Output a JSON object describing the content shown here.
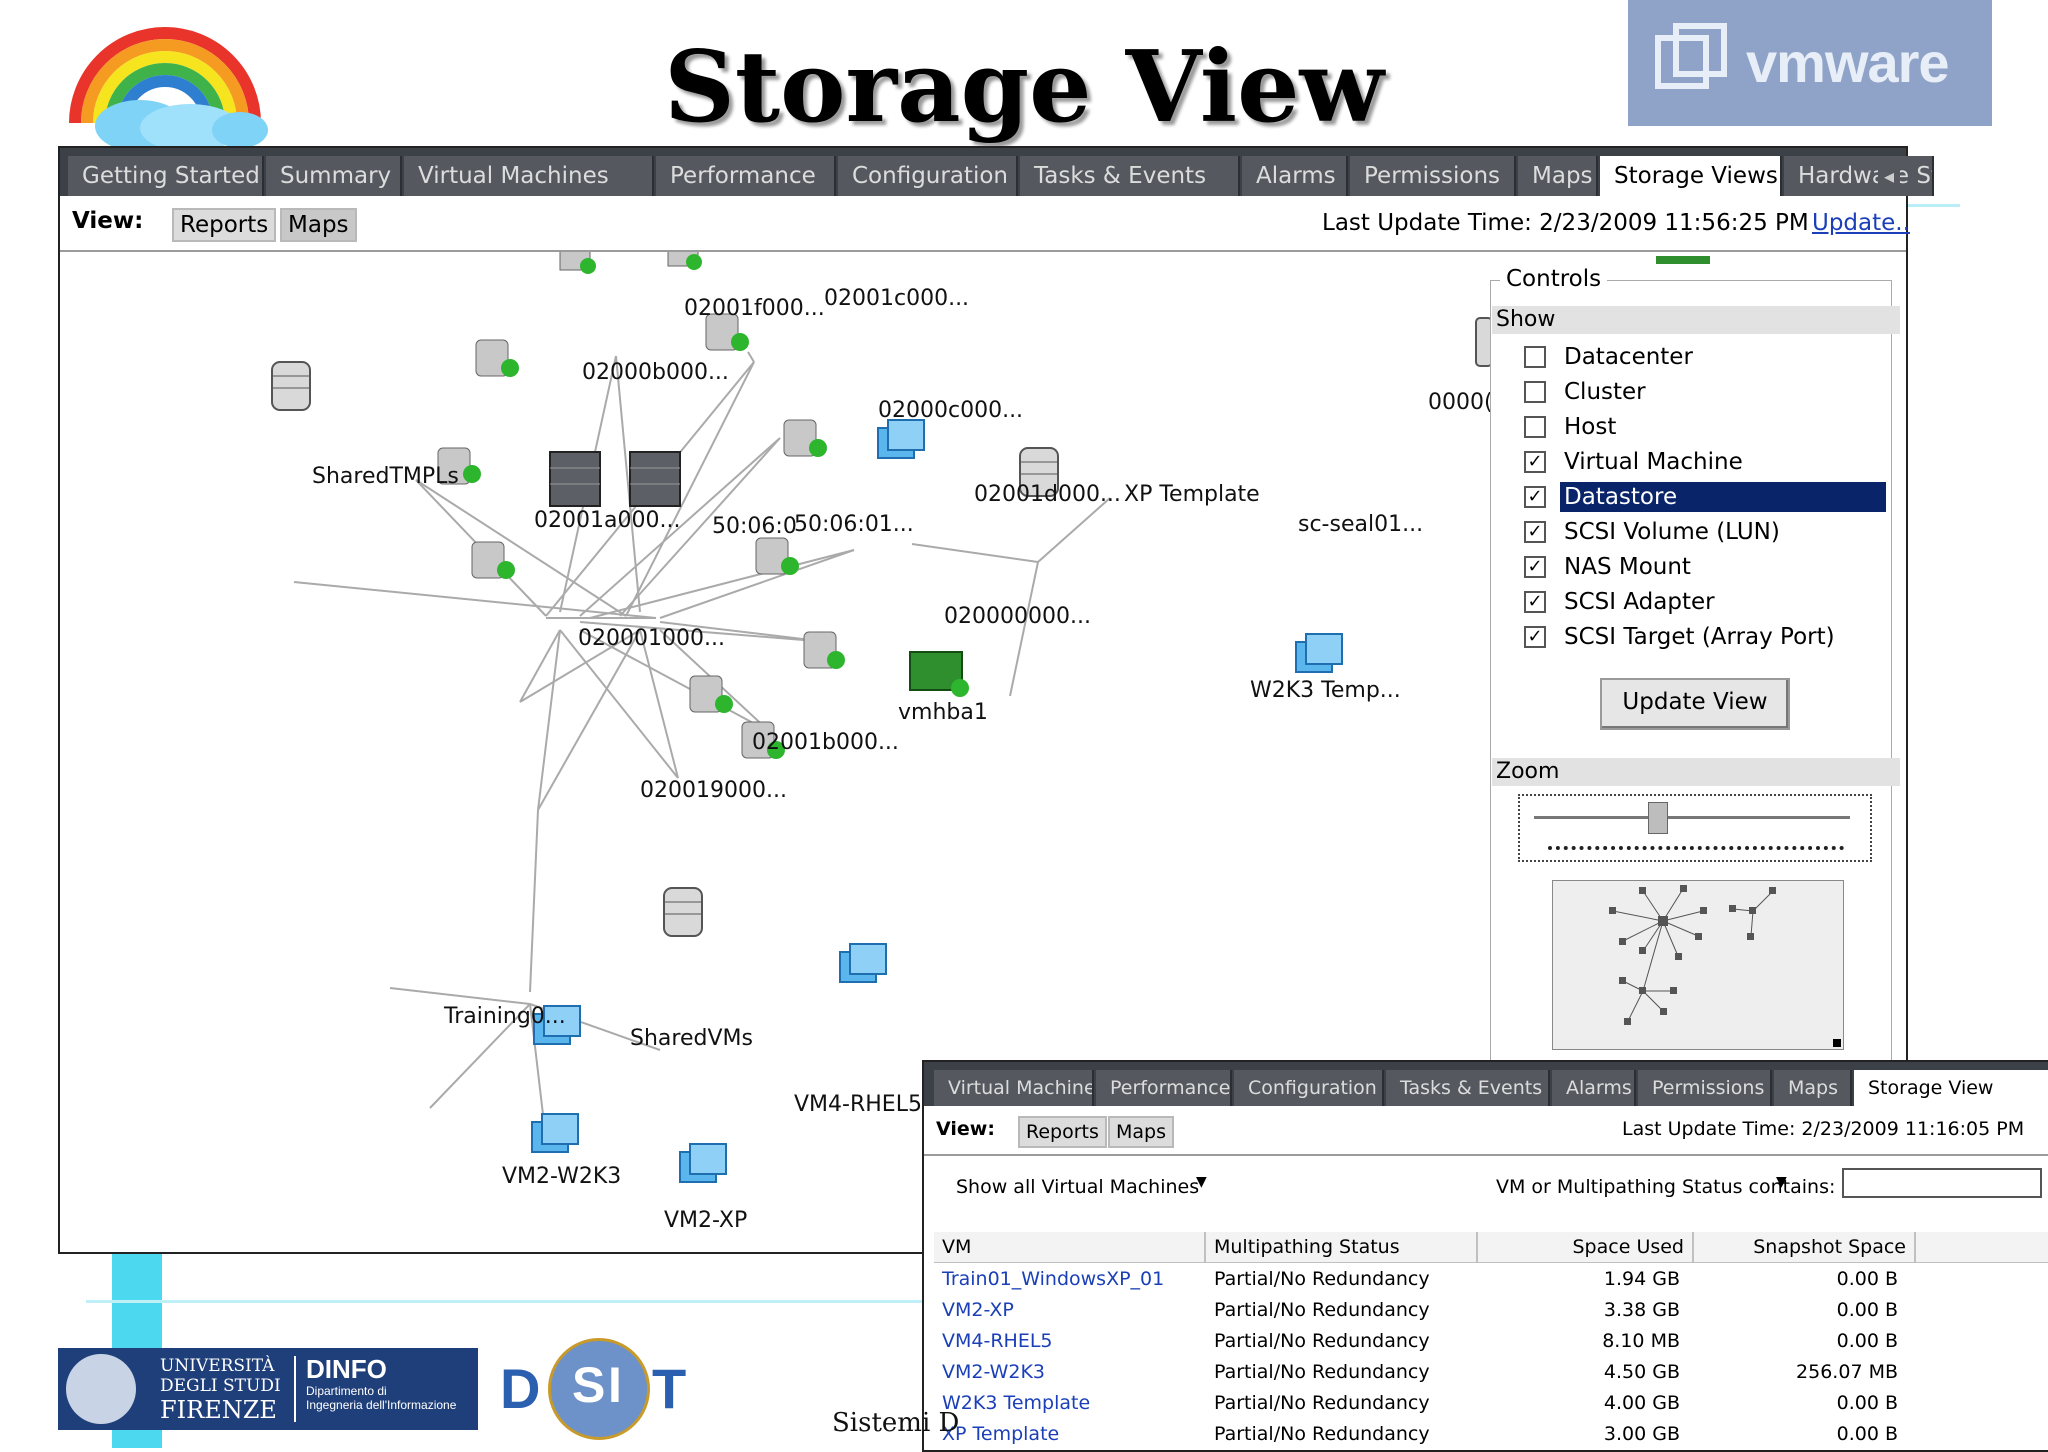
{
  "slide": {
    "title": "Storage View",
    "logo_brand": "vmware",
    "footer_text": "Sistemi D",
    "unifi_lines": [
      "UNIVERSITÀ",
      "DEGLI STUDI",
      "FIRENZE"
    ],
    "dinfo_title": "DINFO",
    "dinfo_sub": [
      "Dipartimento di",
      "Ingegneria dell'Informazione"
    ],
    "dsit_letters": [
      "D",
      "S",
      "I",
      "T"
    ]
  },
  "main_window": {
    "tabs": [
      "Getting Started",
      "Summary",
      "Virtual Machines",
      "Performance",
      "Configuration",
      "Tasks & Events",
      "Alarms",
      "Permissions",
      "Maps",
      "Storage Views",
      "Hardware St"
    ],
    "active_tab": "Storage Views",
    "view_label": "View:",
    "view_buttons": [
      "Reports",
      "Maps"
    ],
    "last_update": "Last Update Time: 2/23/2009 11:56:25 PM",
    "update_link": "Update..",
    "map_labels": {
      "n_f000": "02001f000...",
      "n_c000a": "02001c000...",
      "n_b000": "02000b000...",
      "n_c000b": "02000c000...",
      "n_sharedtmpl": "SharedTMPLs",
      "n_1a000": "02001a000...",
      "n_1d000": "02001d000...",
      "n_xptemplate": "XP Template",
      "n_0000": "0000(",
      "n_scseal": "sc-seal01...",
      "n_sw1": "50:06:0",
      "n_sw2": "50:06:01...",
      "n_000000": "020000000...",
      "n_001000": "020001000...",
      "n_vmhba1": "vmhba1",
      "n_1b000": "02001b000...",
      "n_19000": "020019000...",
      "n_w2k3temp": "W2K3 Temp...",
      "n_training": "Training0...",
      "n_sharedvms": "SharedVMs",
      "n_vm4": "VM4-RHEL5",
      "n_vm2w2k3": "VM2-W2K3",
      "n_vm2xp": "VM2-XP"
    },
    "controls": {
      "title": "Controls",
      "show_header": "Show",
      "items": [
        {
          "label": "Datacenter",
          "checked": false
        },
        {
          "label": "Cluster",
          "checked": false
        },
        {
          "label": "Host",
          "checked": false
        },
        {
          "label": "Virtual Machine",
          "checked": true
        },
        {
          "label": "Datastore",
          "checked": true,
          "selected": true
        },
        {
          "label": "SCSI Volume (LUN)",
          "checked": true
        },
        {
          "label": "NAS Mount",
          "checked": true
        },
        {
          "label": "SCSI Adapter",
          "checked": true
        },
        {
          "label": "SCSI Target (Array Port)",
          "checked": true
        }
      ],
      "update_button": "Update View",
      "zoom_header": "Zoom"
    }
  },
  "report_window": {
    "tabs": [
      "Virtual Machines",
      "Performance",
      "Configuration",
      "Tasks & Events",
      "Alarms",
      "Permissions",
      "Maps",
      "Storage View"
    ],
    "active_tab": "Storage View",
    "view_label": "View:",
    "view_buttons": [
      "Reports",
      "Maps"
    ],
    "last_update": "Last Update Time: 2/23/2009 11:16:05 PM",
    "show_filter": "Show all Virtual Machines",
    "search_label": "VM or Multipathing Status contains:",
    "search_value": "",
    "columns": [
      "VM",
      "Multipathing Status",
      "Space Used",
      "Snapshot Space"
    ],
    "rows": [
      [
        "Train01_WindowsXP_01",
        "Partial/No Redundancy",
        "1.94 GB",
        "0.00 B"
      ],
      [
        "VM2-XP",
        "Partial/No Redundancy",
        "3.38 GB",
        "0.00 B"
      ],
      [
        "VM4-RHEL5",
        "Partial/No Redundancy",
        "8.10 MB",
        "0.00 B"
      ],
      [
        "VM2-W2K3",
        "Partial/No Redundancy",
        "4.50 GB",
        "256.07 MB"
      ],
      [
        "W2K3 Template",
        "Partial/No Redundancy",
        "4.00 GB",
        "0.00 B"
      ],
      [
        "XP Template",
        "Partial/No Redundancy",
        "3.00 GB",
        "0.00 B"
      ]
    ]
  },
  "colors": {
    "tab_bar": "#3c4047",
    "selection": "#0a246a",
    "link": "#1a3fb8",
    "status_ok": "#2db52d",
    "unifi_blue": "#1f3f7a"
  }
}
